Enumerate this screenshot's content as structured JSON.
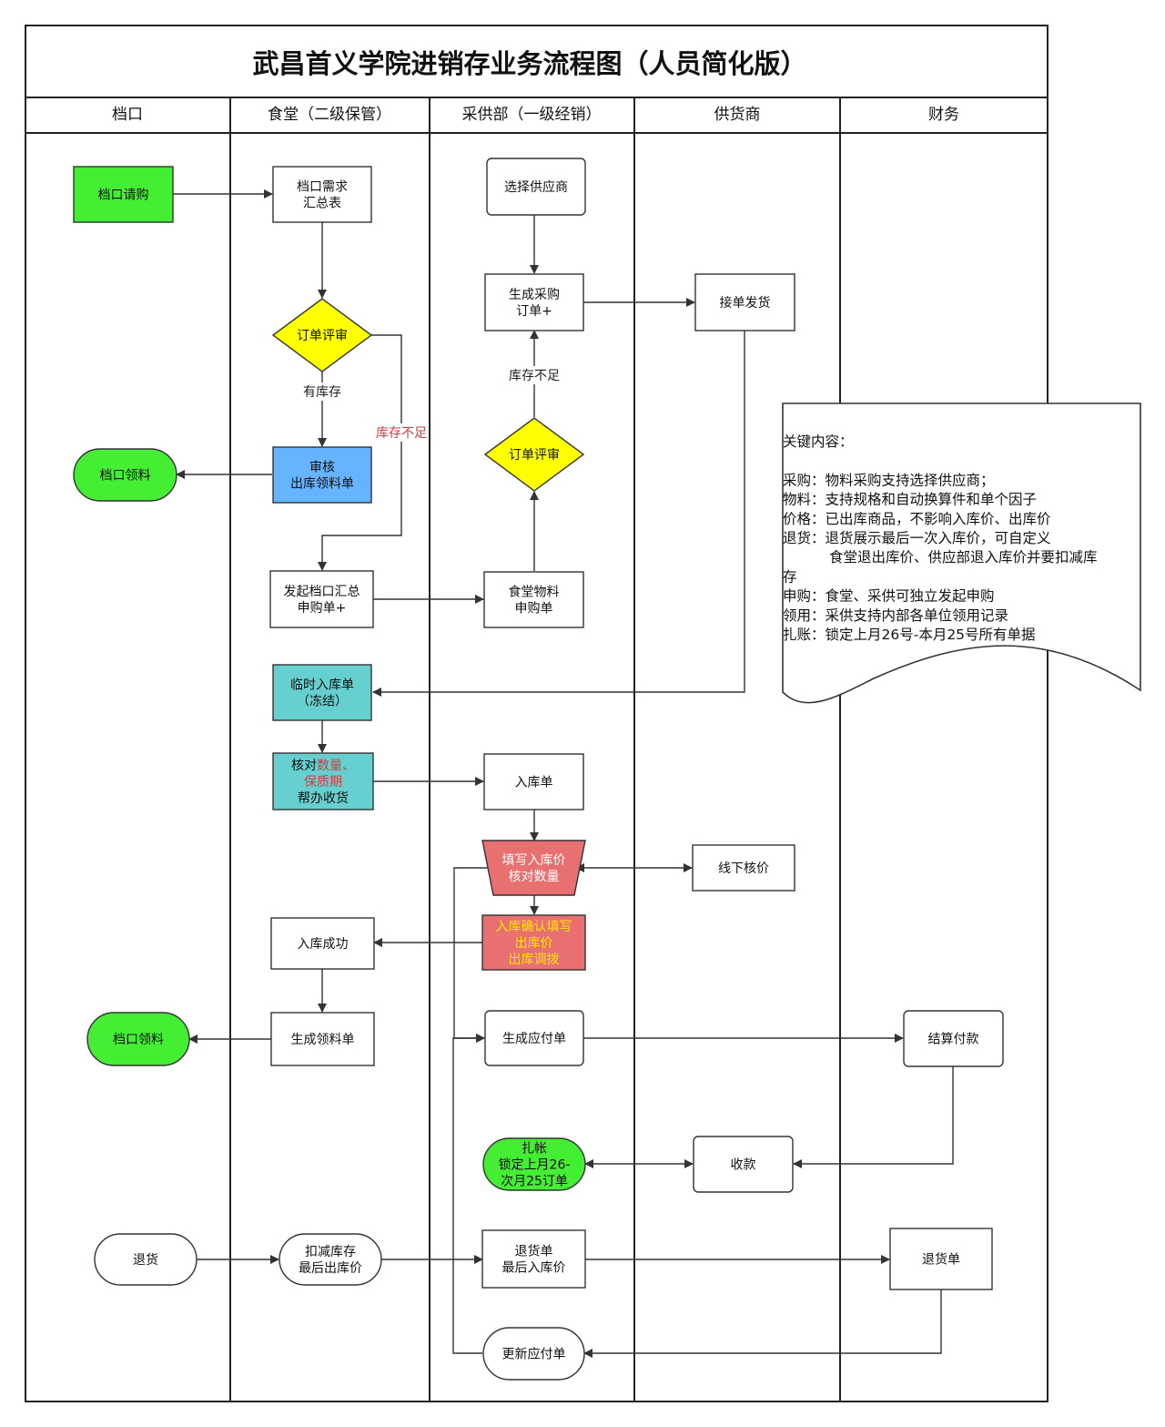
{
  "title": "武昌首义学院进销存业务流程图（人员简化版）",
  "lanes": [
    "档口",
    "食堂（二级保管）",
    "采供部（一级经销）",
    "供货商",
    "财务"
  ],
  "colors": {
    "green": "#44ee33",
    "blue": "#66b3ff",
    "yellow": "#ffff00",
    "cyan": "#66d0d0",
    "red": "#e87070",
    "red_text": "#c94040",
    "yellow_text": "#ffe600",
    "white": "#ffffff"
  },
  "nodes": {
    "n1": {
      "lines": [
        "档口请购"
      ]
    },
    "n2": {
      "lines": [
        "档口需求",
        "汇总表"
      ]
    },
    "n3": {
      "lines": [
        "选择供应商"
      ]
    },
    "n4": {
      "lines": [
        "生成采购",
        "订单+"
      ]
    },
    "n5": {
      "lines": [
        "接单发货"
      ]
    },
    "n6": {
      "lines": [
        "订单评审"
      ]
    },
    "n7": {
      "lines": [
        "档口领料"
      ]
    },
    "n8": {
      "lines": [
        "审核",
        "出库领料单"
      ]
    },
    "n9": {
      "lines": [
        "订单评审"
      ]
    },
    "n10": {
      "lines": [
        "发起档口汇总",
        "申购单+"
      ]
    },
    "n11": {
      "lines": [
        "食堂物料",
        "申购单"
      ]
    },
    "n12": {
      "lines": [
        "临时入库单",
        "（冻结）"
      ]
    },
    "n13": {
      "lines": [
        "核对数量、",
        "保质期",
        "帮办收货"
      ]
    },
    "n14": {
      "lines": [
        "入库单"
      ]
    },
    "n15": {
      "lines": [
        "填写入库价",
        "核对数量"
      ]
    },
    "n16": {
      "lines": [
        "线下核价"
      ]
    },
    "n17": {
      "lines": [
        "入库成功"
      ]
    },
    "n18": {
      "lines": [
        "入库确认填写",
        "出库价",
        "出库调拨"
      ]
    },
    "n19": {
      "lines": [
        "档口领料"
      ]
    },
    "n20": {
      "lines": [
        "生成领料单"
      ]
    },
    "n21": {
      "lines": [
        "生成应付单"
      ]
    },
    "n22": {
      "lines": [
        "结算付款"
      ]
    },
    "n23": {
      "lines": [
        "扎帐",
        "锁定上月26-",
        "次月25订单"
      ]
    },
    "n24": {
      "lines": [
        "收款"
      ]
    },
    "n25": {
      "lines": [
        "退货"
      ]
    },
    "n26": {
      "lines": [
        "扣减库存",
        "最后出库价"
      ]
    },
    "n27": {
      "lines": [
        "退货单",
        "最后入库价"
      ]
    },
    "n28": {
      "lines": [
        "退货单"
      ]
    },
    "n29": {
      "lines": [
        "更新应付单"
      ]
    }
  },
  "edge_labels": {
    "has_stock": "有库存",
    "no_stock_1": "库存不足",
    "no_stock_2": "库存不足"
  },
  "note": {
    "lines": [
      "关键内容：",
      "",
      "采购：物料采购支持选择供应商；",
      "物料：支持规格和自动换算件和单个因子",
      "价格：已出库商品，不影响入库价、出库价",
      "退货：退货展示最后一次入库价，可自定义",
      "      食堂退出库价、供应部退入库价并要扣减库",
      "存",
      "申购：食堂、采供可独立发起申购",
      "领用：采供支持内部各单位领用记录",
      "扎账：锁定上月26号-本月25号所有单据"
    ]
  }
}
